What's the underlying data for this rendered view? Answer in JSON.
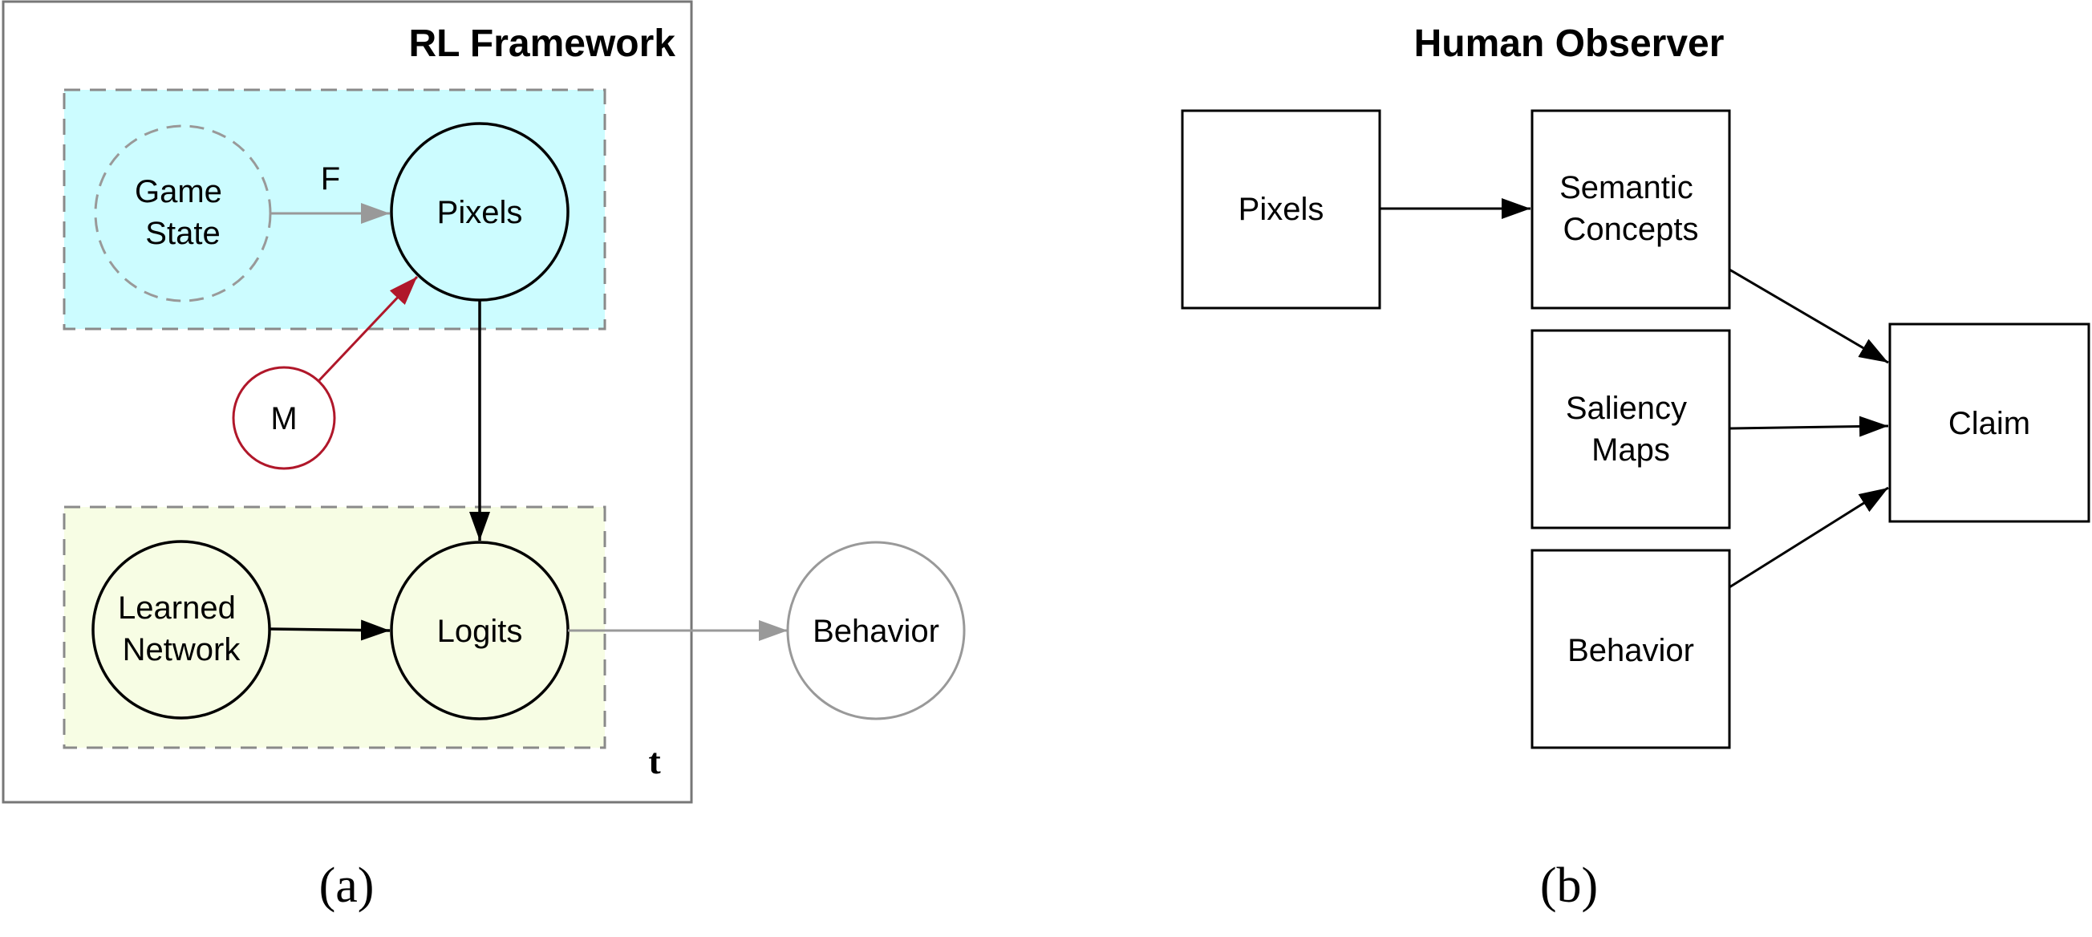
{
  "colors": {
    "stroke": "#000000",
    "gray_stroke": "#999999",
    "panel_border": "#777777",
    "dashed_border": "#8a8a8a",
    "cyan_fill": "#ccfcff",
    "yellow_fill": "#f7fde4",
    "red": "#b0172a"
  },
  "panel_a": {
    "title": "RL Framework",
    "plate_label": "t",
    "caption": "(a)",
    "nodes": {
      "game_state": [
        "Game",
        "State"
      ],
      "pixels": "Pixels",
      "m": "M",
      "learned_network": [
        "Learned",
        "Network"
      ],
      "logits": "Logits",
      "behavior": "Behavior"
    },
    "edge_labels": {
      "f": "F"
    }
  },
  "panel_b": {
    "title": "Human Observer",
    "caption": "(b)",
    "nodes": {
      "pixels": "Pixels",
      "semantic_concepts": [
        "Semantic",
        "Concepts"
      ],
      "saliency_maps": [
        "Saliency",
        "Maps"
      ],
      "behavior": "Behavior",
      "claim": "Claim"
    }
  }
}
